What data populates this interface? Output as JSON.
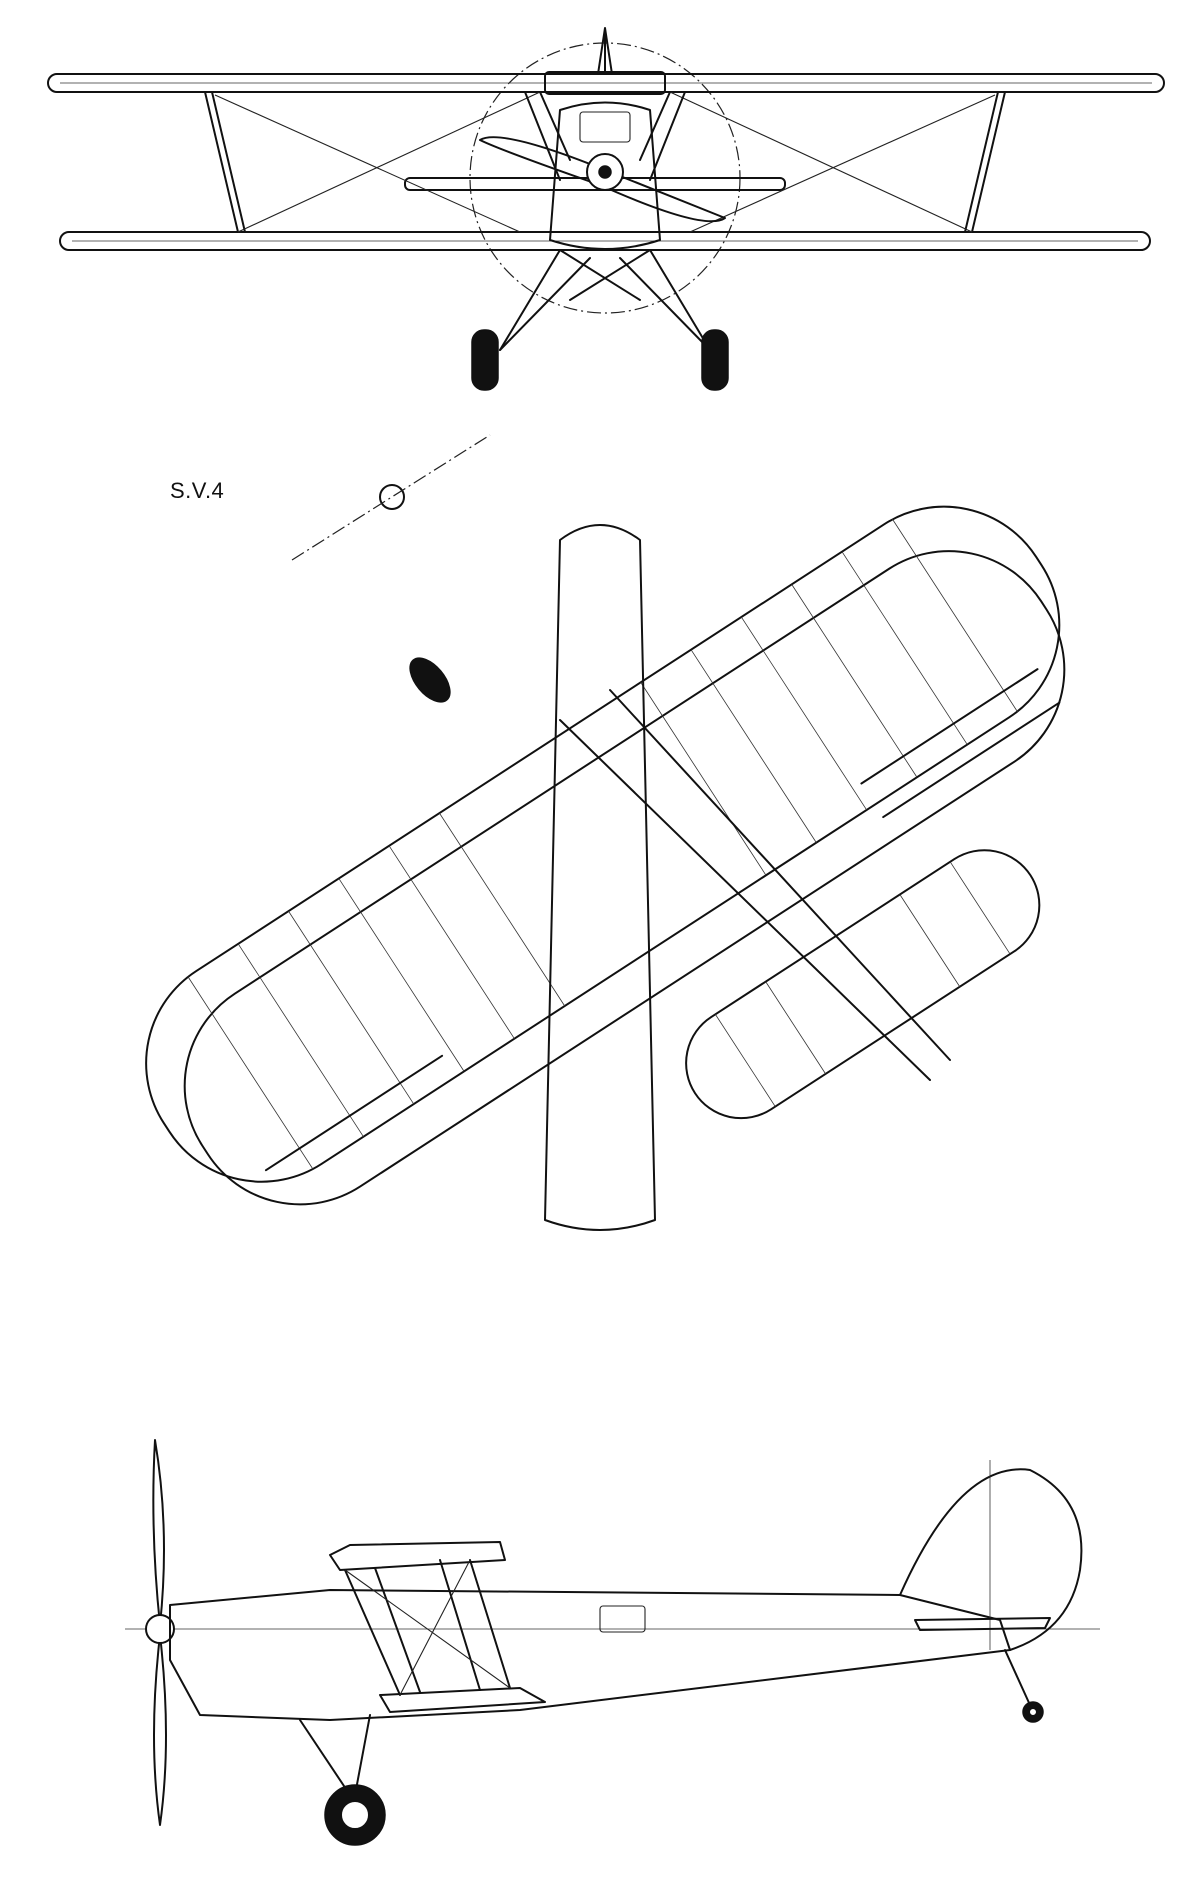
{
  "label": "S.V.4",
  "colors": {
    "ink": "#111111",
    "paper": "#ffffff"
  },
  "views": [
    "front-view",
    "top-view",
    "side-view"
  ]
}
